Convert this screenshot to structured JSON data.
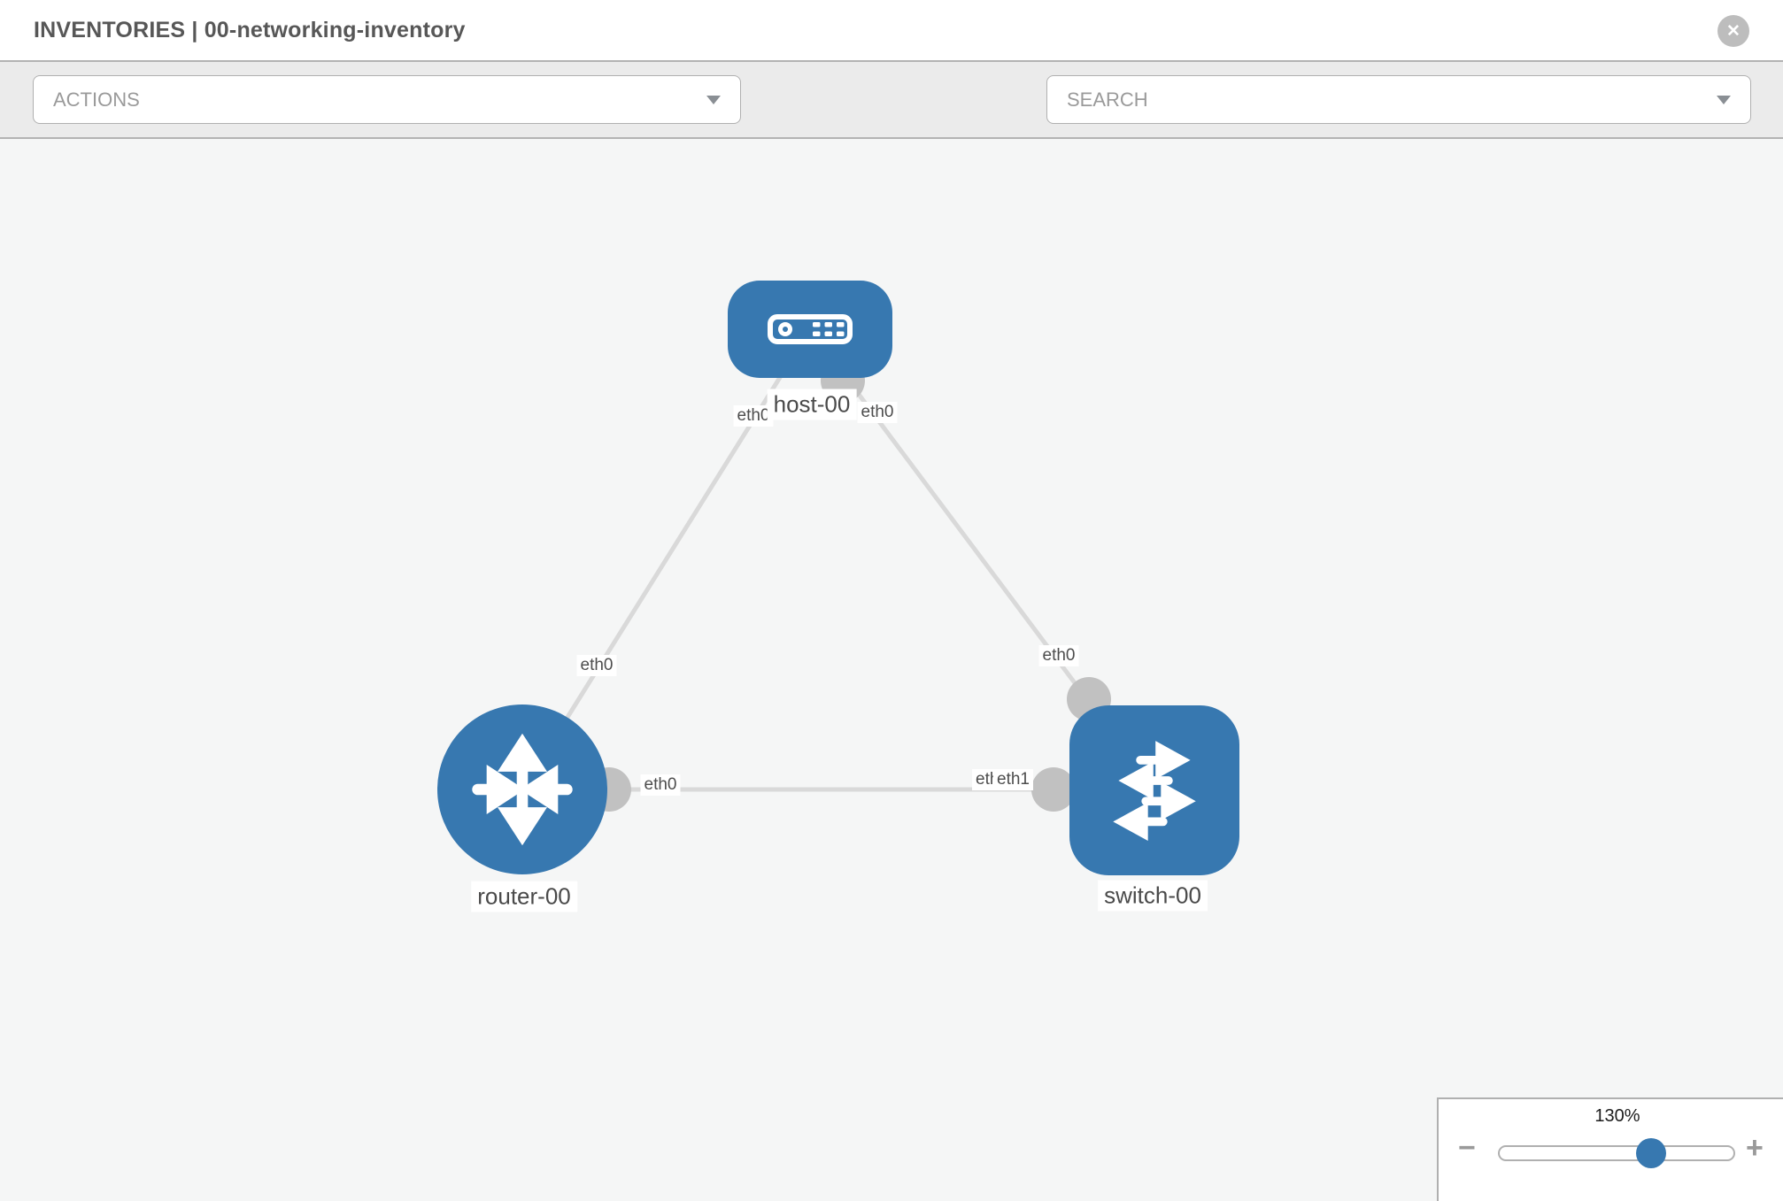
{
  "header": {
    "title": "INVENTORIES | 00-networking-inventory",
    "close_glyph": "✕"
  },
  "toolbar": {
    "actions_dropdown": {
      "label": "ACTIONS"
    },
    "search_dropdown": {
      "placeholder": "SEARCH"
    },
    "tool_icons": [
      "wrench-icon",
      "key-icon"
    ]
  },
  "topology": {
    "nodes": [
      {
        "name": "host-00",
        "type": "host"
      },
      {
        "name": "router-00",
        "type": "router"
      },
      {
        "name": "switch-00",
        "type": "switch"
      }
    ],
    "links": [
      {
        "source": "host-00",
        "target": "router-00",
        "source_iface": "eth0",
        "target_iface": "eth0"
      },
      {
        "source": "host-00",
        "target": "switch-00",
        "source_iface": "eth0",
        "target_iface": "eth0"
      },
      {
        "source": "router-00",
        "target": "switch-00",
        "source_iface": "eth0",
        "target_iface": "eth1",
        "target_iface_underlap": "eth1"
      }
    ]
  },
  "zoom_control": {
    "level": "130%",
    "minus_glyph": "−",
    "plus_glyph": "+"
  },
  "colors": {
    "node_blue": "#3778b0",
    "link_gray": "#d9d9d9",
    "connector_gray": "#c1c1c1",
    "toolbar_gray": "#ebebeb",
    "border_gray": "#b3b3b3"
  }
}
